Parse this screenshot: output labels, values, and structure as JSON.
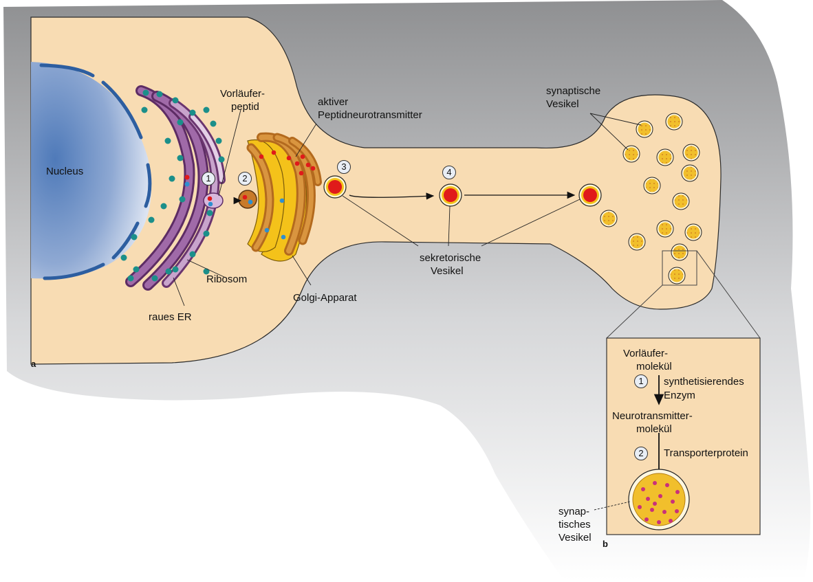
{
  "labels": {
    "nucleus": "Nucleus",
    "precursor_peptide_1": "Vorläufer-",
    "precursor_peptide_2": "peptid",
    "active_1": "aktiver",
    "active_2": "Peptidneurotransmitter",
    "ribosome": "Ribosom",
    "rough_er": "raues ER",
    "golgi": "Golgi-Apparat",
    "secretory_1": "sekretorische",
    "secretory_2": "Vesikel",
    "synaptic_1": "synaptische",
    "synaptic_2": "Vesikel",
    "panel_a": "a",
    "panel_b": "b"
  },
  "steps": {
    "s1": "1",
    "s2": "2",
    "s3": "3",
    "s4": "4"
  },
  "inset": {
    "precursor_1": "Vorläufer-",
    "precursor_2": "molekül",
    "step1": "1",
    "enzyme_1": "synthetisierendes",
    "enzyme_2": "Enzym",
    "nt_1": "Neurotransmitter-",
    "nt_2": "molekül",
    "step2": "2",
    "transporter": "Transporterprotein",
    "vesicle_1": "synap-",
    "vesicle_2": "tisches",
    "vesicle_3": "Vesikel"
  },
  "colors": {
    "cell": "#f8dcb3",
    "nucleus": "#6f94c6",
    "er": "#8a4d8c",
    "ribosome": "#1b8f8a",
    "golgi": "#c87a2a",
    "golgi_outer": "#f4c21a",
    "peptide_red": "#e01a1a",
    "peptide_blue": "#2e8fd0",
    "vesicle_yellow": "#f1bf2c"
  }
}
